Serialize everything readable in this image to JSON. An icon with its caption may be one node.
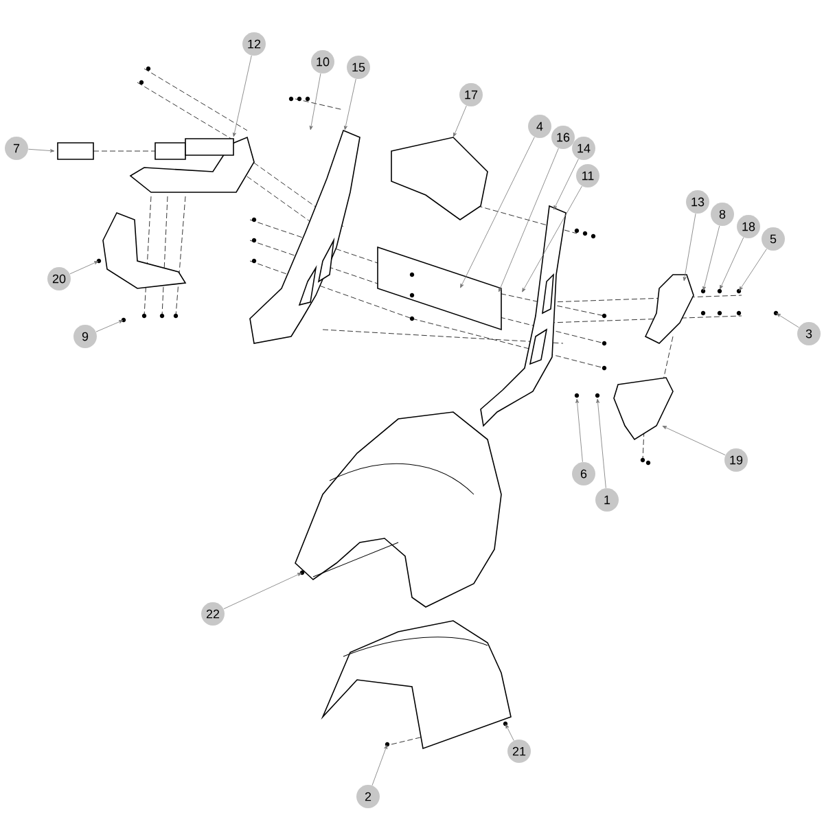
{
  "diagram": {
    "nodes": [
      {
        "text": [
          "12"
        ]
      },
      {
        "text": [
          "10"
        ]
      },
      {
        "text": [
          "15"
        ]
      },
      {
        "text": [
          "17"
        ]
      },
      {
        "text": [
          "4"
        ]
      },
      {
        "text": [
          "16"
        ]
      },
      {
        "text": [
          "14"
        ]
      },
      {
        "text": [
          "11"
        ]
      },
      {
        "text": [
          "13"
        ]
      },
      {
        "text": [
          "8"
        ]
      },
      {
        "text": [
          "18"
        ]
      },
      {
        "text": [
          "5"
        ]
      },
      {
        "text": [
          "7"
        ]
      },
      {
        "text": [
          "20"
        ]
      },
      {
        "text": [
          "3"
        ]
      },
      {
        "text": [
          "9"
        ]
      },
      {
        "text": [
          "19"
        ]
      },
      {
        "text": [
          "6"
        ]
      },
      {
        "text": [
          "1"
        ]
      },
      {
        "text": [
          "22"
        ]
      },
      {
        "text": [
          "21"
        ]
      },
      {
        "text": [
          "2"
        ]
      }
    ],
    "edges": [
      {
        "from": 0,
        "to": null,
        "arrow": "to"
      },
      {
        "from": 1,
        "to": null,
        "arrow": "to"
      },
      {
        "from": 2,
        "to": null,
        "arrow": "to"
      },
      {
        "from": 3,
        "to": null,
        "arrow": "to"
      },
      {
        "from": 4,
        "to": null,
        "arrow": "to"
      },
      {
        "from": 5,
        "to": null,
        "arrow": "to"
      },
      {
        "from": 6,
        "to": null,
        "arrow": "to"
      },
      {
        "from": 7,
        "to": null,
        "arrow": "to"
      },
      {
        "from": 8,
        "to": null,
        "arrow": "to"
      },
      {
        "from": 9,
        "to": null,
        "arrow": "to"
      },
      {
        "from": 10,
        "to": null,
        "arrow": "to"
      },
      {
        "from": 11,
        "to": null,
        "arrow": "to"
      },
      {
        "from": 12,
        "to": null,
        "arrow": "to"
      },
      {
        "from": 13,
        "to": null,
        "arrow": "to"
      },
      {
        "from": 14,
        "to": null,
        "arrow": "to"
      },
      {
        "from": 15,
        "to": null,
        "arrow": "to"
      },
      {
        "from": 16,
        "to": null,
        "arrow": "to"
      },
      {
        "from": 17,
        "to": null,
        "arrow": "to"
      },
      {
        "from": 18,
        "to": null,
        "arrow": "to"
      },
      {
        "from": 19,
        "to": null,
        "arrow": "to"
      },
      {
        "from": 20,
        "to": null,
        "arrow": "to"
      },
      {
        "from": 21,
        "to": null,
        "arrow": "to"
      }
    ]
  }
}
